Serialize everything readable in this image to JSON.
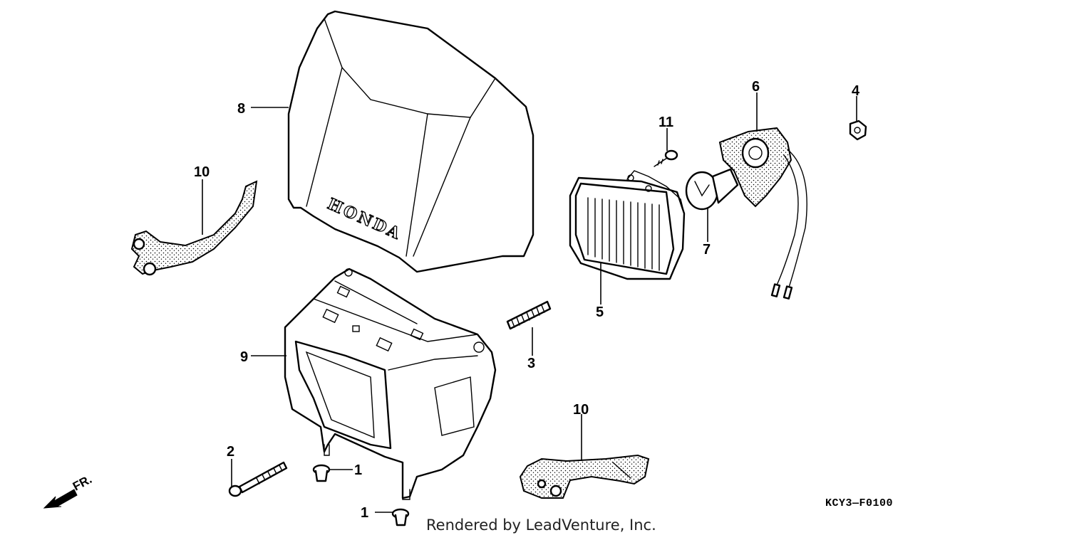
{
  "diagram": {
    "brand_mark": "HONDA",
    "direction_marker": "FR.",
    "reference_code": "KCY3—F0100",
    "credit": "Rendered by LeadVenture, Inc.",
    "callouts": [
      {
        "id": "c1a",
        "label": "1"
      },
      {
        "id": "c1b",
        "label": "1"
      },
      {
        "id": "c2",
        "label": "2"
      },
      {
        "id": "c3",
        "label": "3"
      },
      {
        "id": "c4",
        "label": "4"
      },
      {
        "id": "c5",
        "label": "5"
      },
      {
        "id": "c6",
        "label": "6"
      },
      {
        "id": "c7",
        "label": "7"
      },
      {
        "id": "c8",
        "label": "8"
      },
      {
        "id": "c9",
        "label": "9"
      },
      {
        "id": "c10a",
        "label": "10"
      },
      {
        "id": "c10b",
        "label": "10"
      },
      {
        "id": "c11",
        "label": "11"
      }
    ]
  }
}
